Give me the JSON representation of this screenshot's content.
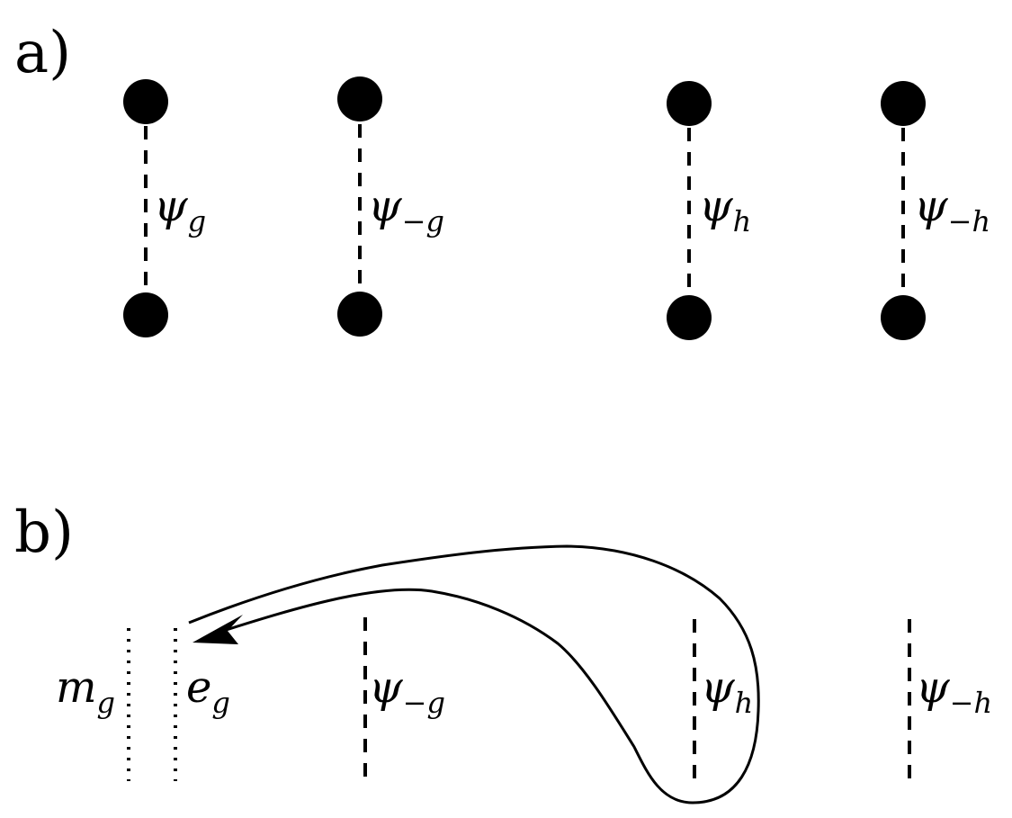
{
  "colors": {
    "ink": "#000000",
    "background": "#ffffff"
  },
  "panel_a": {
    "label": "a)",
    "pairs": [
      {
        "symbol": "ψ",
        "subscript": "g"
      },
      {
        "symbol": "ψ",
        "subscript": "−g"
      },
      {
        "symbol": "ψ",
        "subscript": "h"
      },
      {
        "symbol": "ψ",
        "subscript": "−h"
      }
    ]
  },
  "panel_b": {
    "label": "b)",
    "lines": [
      {
        "symbol": "m",
        "subscript": "g",
        "style": "dotted"
      },
      {
        "symbol": "e",
        "subscript": "g",
        "style": "dotted"
      },
      {
        "symbol": "ψ",
        "subscript": "−g",
        "style": "dashed"
      },
      {
        "symbol": "ψ",
        "subscript": "h",
        "style": "dashed"
      },
      {
        "symbol": "ψ",
        "subscript": "−h",
        "style": "dashed"
      }
    ],
    "loop_arrow": "braiding path around ψ_h ending at e_g"
  }
}
